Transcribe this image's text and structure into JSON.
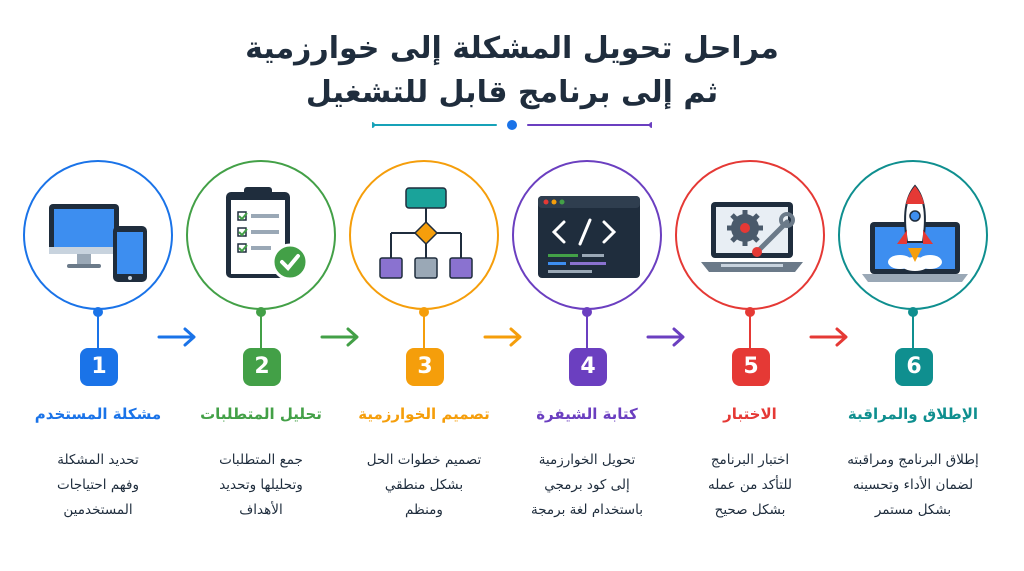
{
  "title": {
    "line1": "مراحل تحويل المشكلة إلى خوارزمية",
    "line2": "ثم إلى برنامج قابل للتشغيل"
  },
  "stages": [
    {
      "number": "1",
      "name": "مشكلة المستخدم",
      "desc": [
        "تحديد المشكلة",
        "وفهم احتياجات",
        "المستخدمين"
      ],
      "color": "#1a73e8",
      "icon": "computer-and-phone-icon"
    },
    {
      "number": "2",
      "name": "تحليل المتطلبات",
      "desc": [
        "جمع المتطلبات",
        "وتحليلها وتحديد",
        "الأهداف"
      ],
      "color": "#43a047",
      "icon": "clipboard-checklist-icon"
    },
    {
      "number": "3",
      "name": "تصميم الخوارزمية",
      "desc": [
        "تصميم خطوات الحل",
        "بشكل منطقي",
        "ومنظم"
      ],
      "color": "#f59e0b",
      "icon": "flowchart-icon"
    },
    {
      "number": "4",
      "name": "كتابة الشيفرة",
      "desc": [
        "تحويل الخوارزمية",
        "إلى كود برمجي",
        "باستخدام لغة برمجة"
      ],
      "color": "#6b3fc0",
      "icon": "code-window-icon"
    },
    {
      "number": "5",
      "name": "الاختبار",
      "desc": [
        "اختبار البرنامج",
        "للتأكد من عمله",
        "بشكل صحيح"
      ],
      "color": "#e53935",
      "icon": "laptop-gear-wrench-icon"
    },
    {
      "number": "6",
      "name": "الإطلاق والمراقبة",
      "desc": [
        "إطلاق البرنامج ومراقبته",
        "لضمان الأداء وتحسينه",
        "بشكل مستمر"
      ],
      "color": "#0f8f8f",
      "icon": "rocket-launch-icon"
    }
  ],
  "arrow_colors": [
    "#1a73e8",
    "#43a047",
    "#f59e0b",
    "#6b3fc0",
    "#e53935"
  ]
}
